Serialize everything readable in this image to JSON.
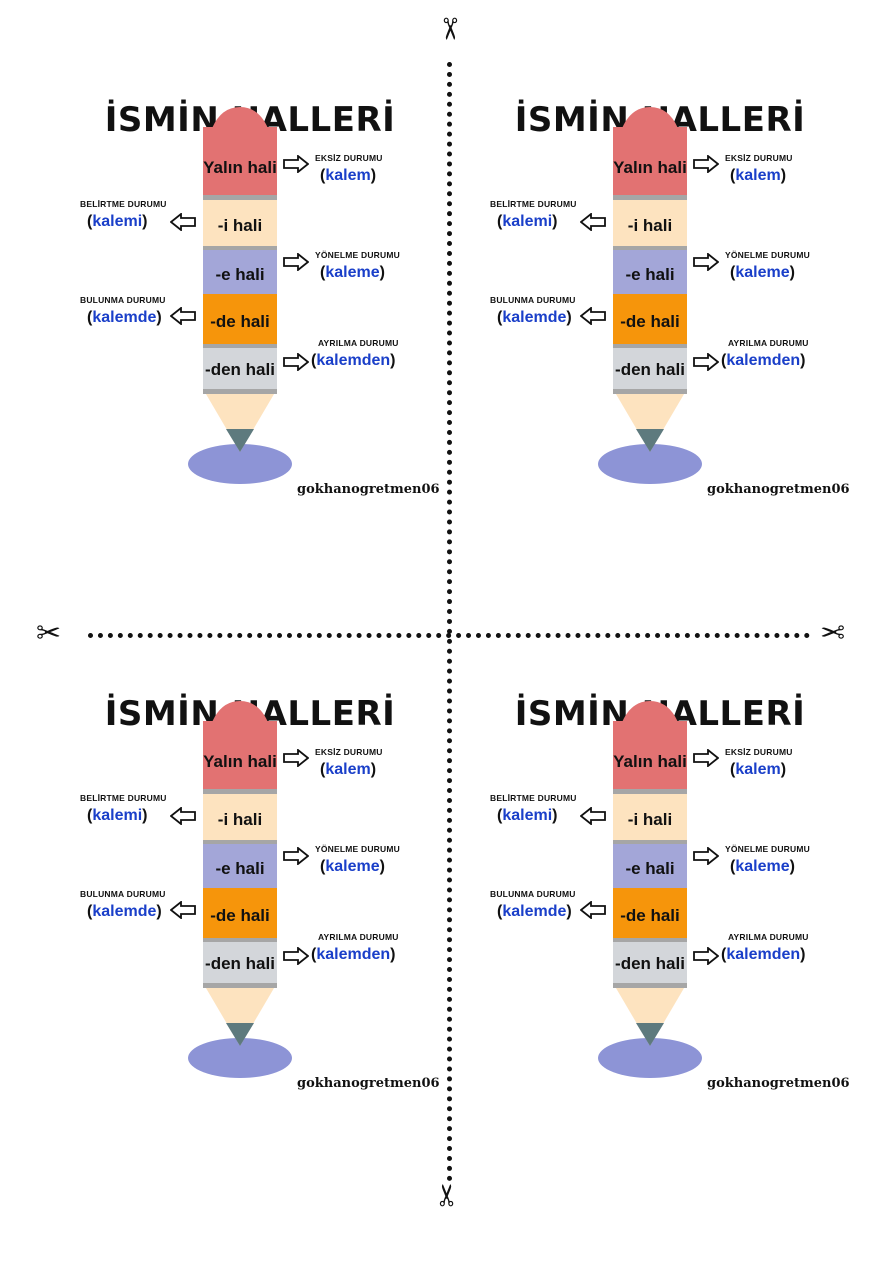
{
  "title": "İSMİN HALLERİ",
  "watermark": "gokhanogretmen06",
  "scissor_glyph": "✂",
  "colors": {
    "yalin": "#e27272",
    "i": "#fde3bf",
    "e": "#a3a6d8",
    "de": "#f6950b",
    "den": "#d3d6da",
    "band": "#a6a6a6",
    "tip_wood": "#fde3bf",
    "tip_lead": "#5e7a7e",
    "base": "#8d94d6",
    "example_word": "#1a3fc9"
  },
  "segments": [
    {
      "label": "Yalın hali"
    },
    {
      "label": "-i hali"
    },
    {
      "label": "-e hali"
    },
    {
      "label": "-de hali"
    },
    {
      "label": "-den hali"
    }
  ],
  "annotations": {
    "eksiz": {
      "name": "EKSİZ DURUMU",
      "open": "(",
      "word": "kalem",
      "close": ")"
    },
    "belirtme": {
      "name": "BELİRTME DURUMU",
      "open": "(",
      "word": "kalemi",
      "close": ")"
    },
    "yonelme": {
      "name": "YÖNELME DURUMU",
      "open": "(",
      "word": "kaleme",
      "close": ")"
    },
    "bulunma": {
      "name": "BULUNMA DURUMU",
      "open": "(",
      "word": "kalemde",
      "close": ")"
    },
    "ayrilma": {
      "name": "AYRILMA DURUMU",
      "open": "(",
      "word": "kalemden",
      "close": ")"
    }
  }
}
